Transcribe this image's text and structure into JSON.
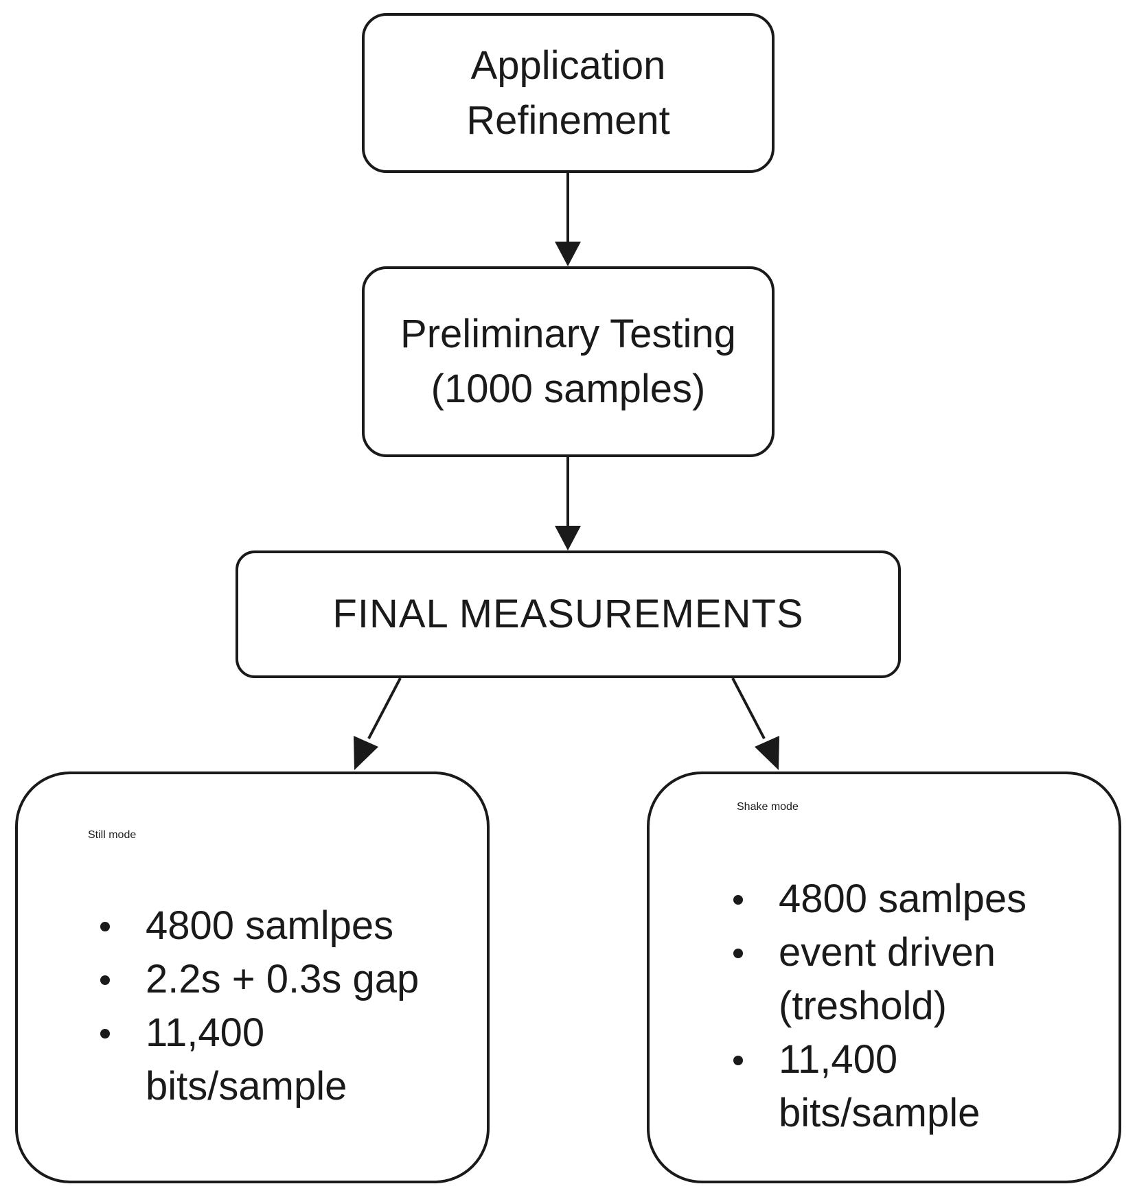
{
  "nodes": {
    "refinement": {
      "lines": [
        "Application",
        "Refinement"
      ]
    },
    "preliminary": {
      "lines": [
        "Preliminary Testing",
        "(1000 samples)"
      ]
    },
    "final": {
      "lines": [
        "FINAL MEASUREMENTS"
      ]
    },
    "still": {
      "title": "Still mode",
      "items": [
        "4800 samlpes",
        "2.2s + 0.3s gap",
        "11,400 bits/sample"
      ]
    },
    "shake": {
      "title": "Shake mode",
      "items": [
        "4800 samlpes",
        "event driven (treshold)",
        "11,400 bits/sample"
      ]
    }
  },
  "edges": [
    {
      "from": "refinement",
      "to": "preliminary"
    },
    {
      "from": "preliminary",
      "to": "final"
    },
    {
      "from": "final",
      "to": "still"
    },
    {
      "from": "final",
      "to": "shake"
    }
  ]
}
